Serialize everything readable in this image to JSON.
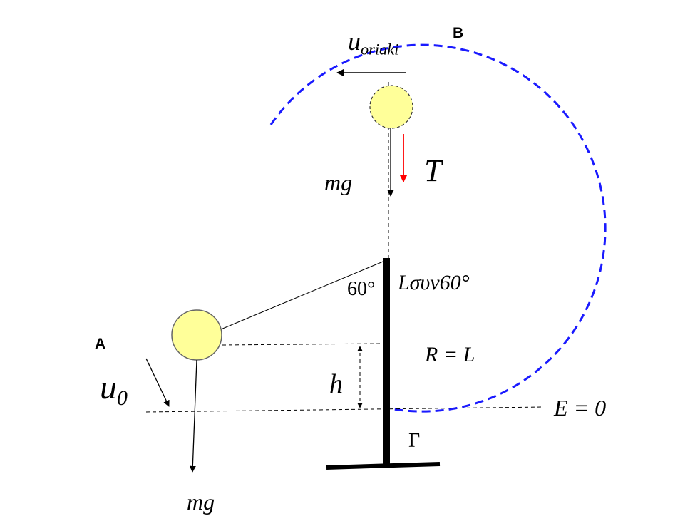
{
  "labels": {
    "point_a": "A",
    "point_b": "B",
    "point_gamma": "Γ",
    "u0_main": "u",
    "u0_sub": "0",
    "u_top_main": "u",
    "u_top_sub": "oriaki",
    "tension": "T",
    "weight_top": "mg",
    "weight_bottom": "mg",
    "angle": "60°",
    "height_expr": "Lσυν60°",
    "radius": "R = L",
    "height": "h",
    "energy_ref": "E = 0"
  },
  "colors": {
    "circle_path": "#1a1aff",
    "tension_arrow": "#ff0000",
    "ball_fill": "#ffff99",
    "ink": "#000000"
  }
}
